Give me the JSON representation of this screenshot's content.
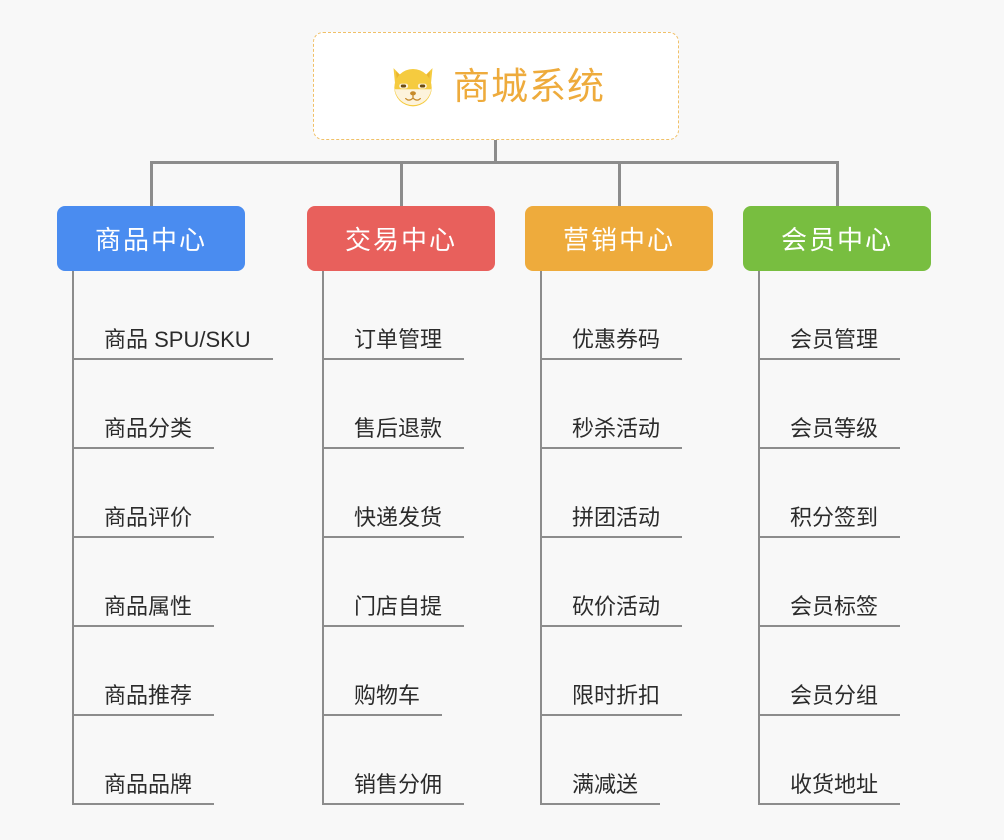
{
  "page": {
    "background_color": "#f8f8f8",
    "line_color": "#8c8c8c"
  },
  "root": {
    "title": "商城系统",
    "icon": "shiba-dog-face-icon",
    "text_color": "#eeab3c",
    "border_color": "#f0c068",
    "background_color": "#ffffff"
  },
  "branches": [
    {
      "label": "商品中心",
      "color": "#4a8cf0",
      "items": [
        "商品 SPU/SKU",
        "商品分类",
        "商品评价",
        "商品属性",
        "商品推荐",
        "商品品牌"
      ]
    },
    {
      "label": "交易中心",
      "color": "#e8605c",
      "items": [
        "订单管理",
        "售后退款",
        "快递发货",
        "门店自提",
        "购物车",
        "销售分佣"
      ]
    },
    {
      "label": "营销中心",
      "color": "#eeab3c",
      "items": [
        "优惠券码",
        "秒杀活动",
        "拼团活动",
        "砍价活动",
        "限时折扣",
        "满减送"
      ]
    },
    {
      "label": "会员中心",
      "color": "#78be40",
      "items": [
        "会员管理",
        "会员等级",
        "积分签到",
        "会员标签",
        "会员分组",
        "收货地址"
      ]
    }
  ]
}
